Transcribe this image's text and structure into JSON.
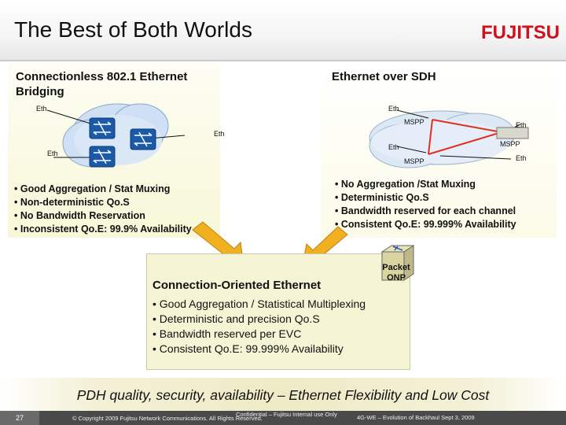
{
  "slide": {
    "title": "The Best of Both Worlds",
    "logo": "FUJITSU",
    "page_number": "27",
    "banner": "PDH quality, security, availability – Ethernet Flexibility and Low Cost",
    "footer_copyright": "© Copyright 2009 Fujitsu Network Communications. All Rights Reserved.",
    "footer_confidential": "Confidential – Fujitsu Internal use Only",
    "footer_event": "4G-WE – Evolution of Backhaul Sept 3, 2009"
  },
  "left": {
    "heading": "Connectionless 802.1 Ethernet Bridging",
    "diagram_labels": {
      "eth_top": "Eth",
      "eth_mid": "Eth",
      "eth_bottom": "Eth"
    },
    "bullets": [
      "• Good Aggregation / Stat Muxing",
      "• Non-deterministic Qo.S",
      "• No Bandwidth Reservation",
      "• Inconsistent Qo.E:  99.9% Availability"
    ]
  },
  "right": {
    "heading": "Ethernet over SDH",
    "diagram_labels": {
      "eth_top": "Eth",
      "mspp_top": "MSPP",
      "eth_right_top": "Eth",
      "mspp_right": "MSPP",
      "eth_left": "Eth",
      "mspp_bottom": "MSPP",
      "eth_right_bottom": "Eth"
    },
    "bullets": [
      "• No Aggregation /Stat Muxing",
      "• Deterministic Qo.S",
      "• Bandwidth reserved for each channel",
      "• Consistent Qo.E:  99.999% Availability"
    ]
  },
  "bottom": {
    "heading": "Connection-Oriented Ethernet",
    "device_label": "Packet ONP",
    "bullets": [
      "• Good Aggregation / Statistical Multiplexing",
      "• Deterministic and precision Qo.S",
      "• Bandwidth reserved per EVC",
      "• Consistent Qo.E:  99.999% Availability"
    ]
  },
  "colors": {
    "logo_red": "#d0101a",
    "arrow_orange": "#f0b020",
    "cloud_blue": "#cfe0f4",
    "switch_blue": "#1a5aa8",
    "mspp_line": "#e03020"
  }
}
